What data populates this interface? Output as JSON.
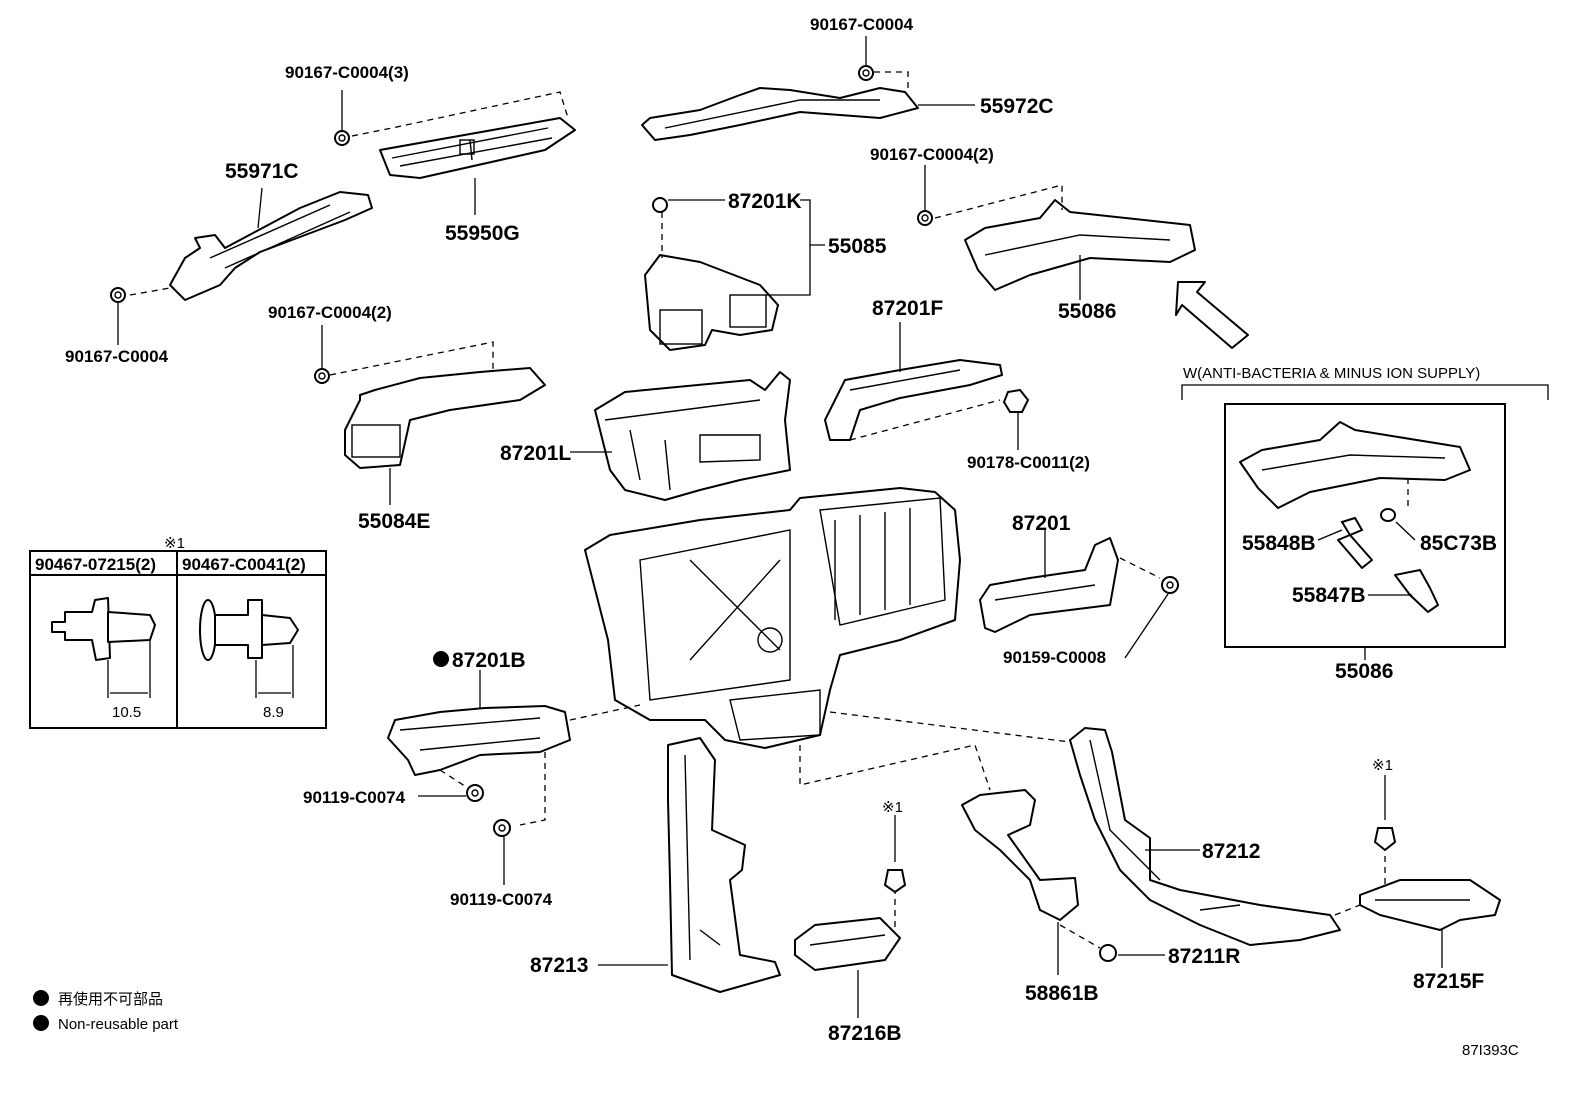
{
  "labels": {
    "p_90167_c0004_top": "90167-C0004",
    "p_55972c": "55972C",
    "p_90167_c0004_3": "90167-C0004(3)",
    "p_55971c": "55971C",
    "p_55950g": "55950G",
    "p_90167_c0004_left": "90167-C0004",
    "p_87201k": "87201K",
    "p_55085": "55085",
    "p_90167_c0004_2_right": "90167-C0004(2)",
    "p_55086_top": "55086",
    "p_90167_c0004_2_left": "90167-C0004(2)",
    "p_87201f": "87201F",
    "p_90178_c0011": "90178-C0011(2)",
    "p_87201l": "87201L",
    "p_55084e": "55084E",
    "p_87201": "87201",
    "p_90159_c0008": "90159-C0008",
    "p_87201b": "87201B",
    "p_90119_c0074_a": "90119-C0074",
    "p_90119_c0074_b": "90119-C0074",
    "p_87212": "87212",
    "p_87213": "87213",
    "p_87211r": "87211R",
    "p_58861b": "58861B",
    "p_87216b": "87216B",
    "p_87215f": "87215F",
    "p_55848b": "55848B",
    "p_85c73b": "85C73B",
    "p_55847b": "55847B",
    "p_55086_box": "55086"
  },
  "inset": {
    "note_mark": "※1",
    "col1_header": "90467-07215(2)",
    "col2_header": "90467-C0041(2)",
    "col1_dim": "10.5",
    "col2_dim": "8.9"
  },
  "marks": {
    "m1": "※1",
    "m2": "※1"
  },
  "variant_title": "W(ANTI-BACTERIA & MINUS ION SUPPLY)",
  "legend": {
    "line1": "再使用不可部品",
    "line2": "Non-reusable part"
  },
  "diagram_code": "87I393C"
}
